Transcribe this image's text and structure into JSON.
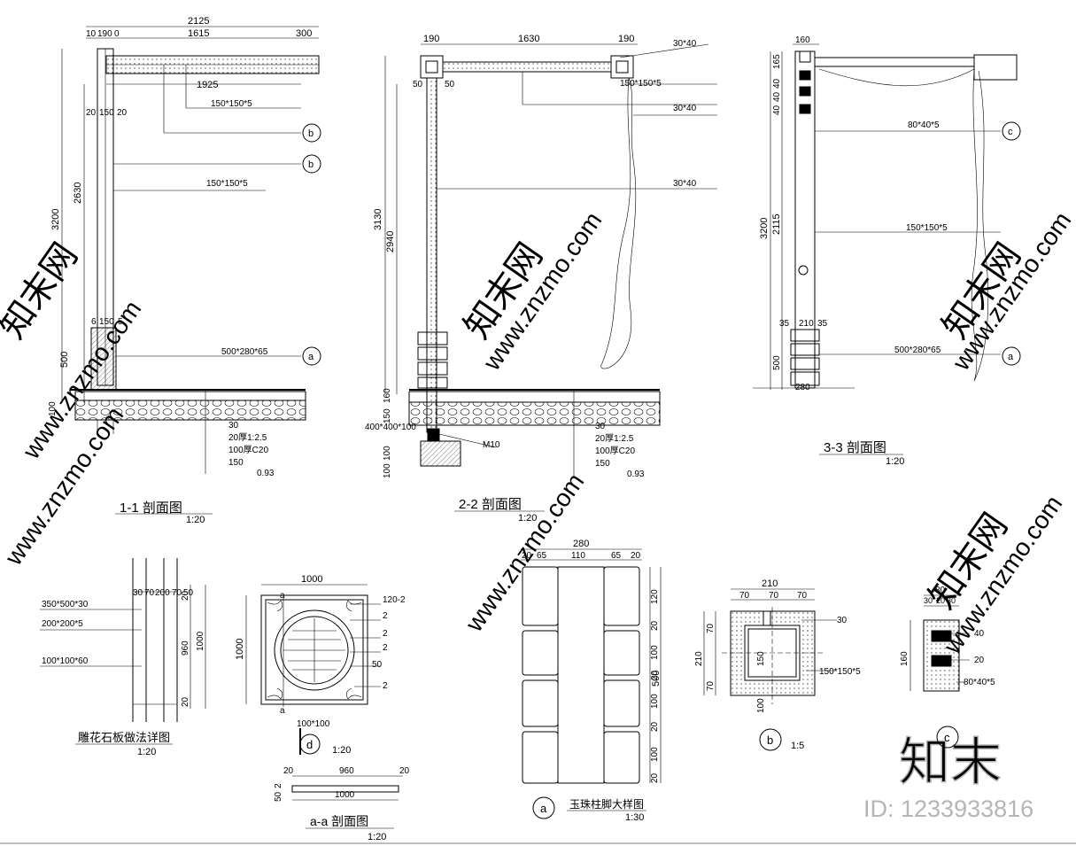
{
  "colors": {
    "line": "#000000",
    "background": "#ffffff",
    "watermark": "#cfcfcf",
    "concrete_fill": "#e8e8e8"
  },
  "watermark": {
    "site": "www.znzmo.com",
    "logo": "知末网",
    "logo_big": "知末",
    "id_label": "ID: 1233933816"
  },
  "sections": {
    "s11": {
      "title": "1-1 剖面图",
      "scale": "1:20",
      "dims": [
        "2125",
        "10",
        "190",
        "0",
        "1615",
        "300",
        "1925",
        "20",
        "150",
        "20",
        "3200",
        "2630",
        "6",
        "150",
        "5",
        "500",
        "20",
        "150",
        "100"
      ],
      "notes": [
        "150*150*5",
        "150*150*5",
        "500*280*65"
      ],
      "callouts": [
        "b",
        "b",
        "a"
      ],
      "layers": [
        "30",
        "20厚1:2.5",
        "100厚C20",
        "150",
        "0.93"
      ]
    },
    "s22": {
      "title": "2-2 剖面图",
      "scale": "1:20",
      "dims": [
        "190",
        "1630",
        "190",
        "50",
        "50",
        "3130",
        "2940",
        "150",
        "160",
        "100",
        "100"
      ],
      "notes": [
        "150*150*5",
        "30*40",
        "30*40",
        "M10",
        "400*400*100",
        "30*40"
      ],
      "layers": [
        "30",
        "20厚1:2.5",
        "100厚C20",
        "150",
        "0.93"
      ]
    },
    "s33": {
      "title": "3-3 剖面图",
      "scale": "1:20",
      "dims": [
        "160",
        "165",
        "40",
        "40",
        "40",
        "3200",
        "2115",
        "35",
        "210",
        "35",
        "500",
        "280"
      ],
      "notes": [
        "80*40*5",
        "150*150*5",
        "500*280*65"
      ],
      "callouts": [
        "c",
        "a"
      ]
    },
    "detail_left": {
      "title": "雕花石板做法详图",
      "scale": "1:20",
      "dims": [
        "30",
        "70",
        "200",
        "70",
        "50",
        "960",
        "1000",
        "20",
        "20"
      ],
      "notes": [
        "350*500*30",
        "200*200*5",
        "100*100*60"
      ]
    },
    "detail_d": {
      "label": "d",
      "scale": "1:20",
      "dims": [
        "1000",
        "1000"
      ],
      "markers": [
        "a",
        "a"
      ],
      "notes": [
        "120-2",
        "2",
        "2",
        "2",
        "50",
        "2",
        "100*100"
      ]
    },
    "detail_aa": {
      "title": "a-a 剖面图",
      "scale": "1:20",
      "dims": [
        "20",
        "960",
        "20",
        "1000",
        "50",
        "2"
      ]
    },
    "detail_a": {
      "label": "a",
      "title": "玉珠柱脚大样图",
      "scale": "1:30",
      "dims": [
        "280",
        "20",
        "65",
        "110",
        "65",
        "20",
        "120",
        "20",
        "100",
        "20",
        "100",
        "20",
        "100",
        "20",
        "100",
        "500"
      ]
    },
    "detail_b": {
      "label": "b",
      "scale": "1:5",
      "dims": [
        "210",
        "70",
        "70",
        "70",
        "70",
        "70",
        "210",
        "150",
        "150*150*5",
        "100",
        "30"
      ]
    },
    "detail_c": {
      "label": "c",
      "dims": [
        "80",
        "30",
        "20",
        "30",
        "160"
      ],
      "notes": [
        "40",
        "20",
        "80*40*5"
      ]
    }
  }
}
